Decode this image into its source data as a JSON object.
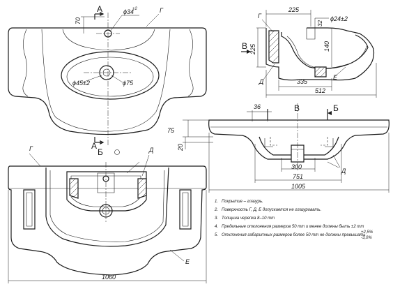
{
  "views": {
    "top": {
      "section_letter_top": "А",
      "section_letter_bottom": "А",
      "dim_70": "70",
      "dim_phi34": "ϕ34",
      "dim_phi34_tol": "+2",
      "label_g": "Г",
      "dim_phi45": "ϕ45±2",
      "dim_phi75": "ϕ75",
      "view_label_bv": "Б"
    },
    "section": {
      "dim_225_top": "225",
      "dim_phi24": "ϕ24±2",
      "dim_32": "32",
      "dim_225_side": "225",
      "dim_140": "140",
      "label_g": "Г",
      "label_d": "Д",
      "label_e": "Е",
      "dim_335": "335",
      "dim_512": "512",
      "arrow_label_v": "В"
    },
    "front": {
      "view_label_v": "В",
      "view_label_b": "Б",
      "dim_36": "36",
      "dim_75": "75",
      "dim_20": "20",
      "dim_300": "300",
      "label_d": "Д",
      "dim_751": "751",
      "dim_1005": "1005"
    },
    "bottom": {
      "view_label_b": "Б",
      "label_g": "Г",
      "label_d": "Д",
      "label_e": "Е",
      "dim_1060": "1060"
    }
  },
  "notes": [
    {
      "num": "1.",
      "text": "Покрытие – глазурь."
    },
    {
      "num": "2.",
      "text": "Поверхность Г, Д, Е допускается не глазуровать."
    },
    {
      "num": "3.",
      "text": "Толщина черепка 8–10 mm"
    },
    {
      "num": "4.",
      "text": "Предельные отклонения размеров 50 mm и менее должны быть ±2  mm"
    },
    {
      "num": "5.",
      "text": "Отклонения габаритных размеров более 50 mm не должны превышать"
    }
  ],
  "tolerance_plus": "+2,5%",
  "tolerance_minus": "-3,0%"
}
